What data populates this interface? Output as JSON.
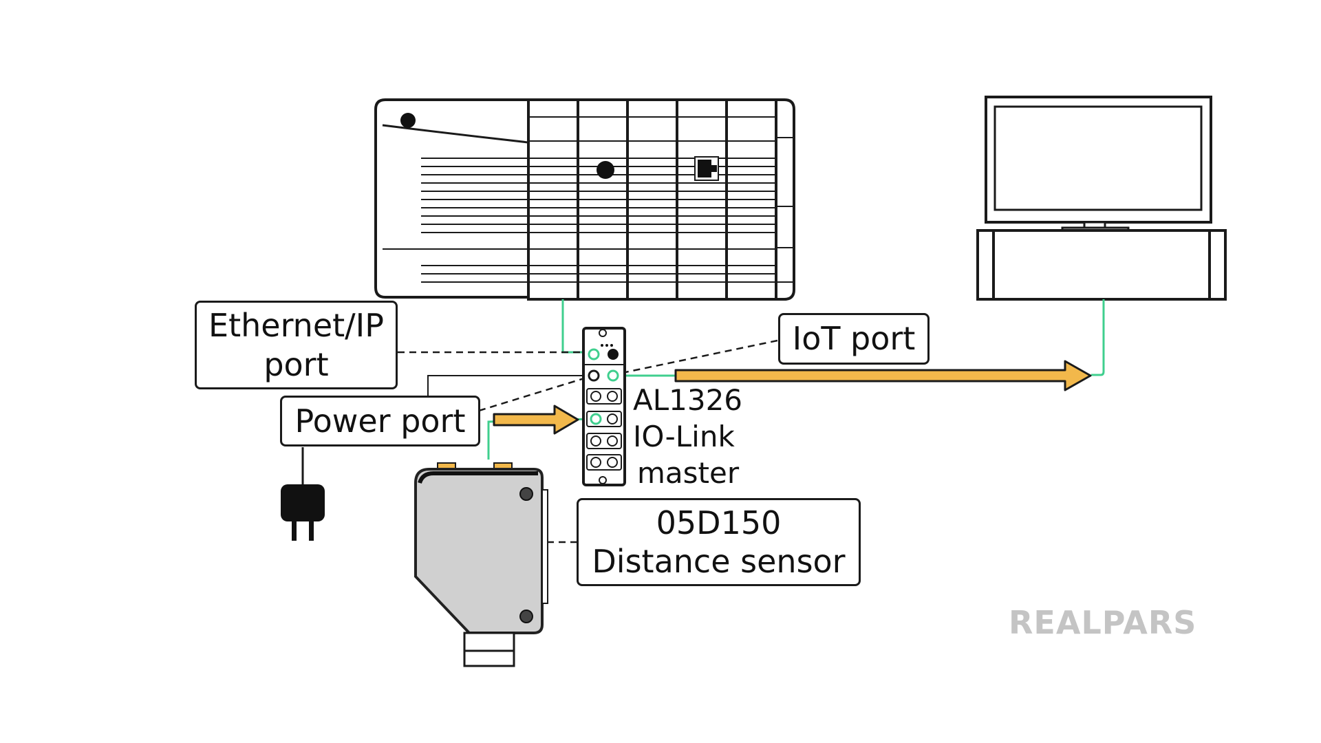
{
  "labels": {
    "ethernet_line1": "Ethernet/IP",
    "ethernet_line2": "port",
    "iot_port": "IoT port",
    "power_port": "Power port",
    "master_line1": "AL1326",
    "master_line2": "IO-Link",
    "master_line3": "master",
    "sensor_line1": "05D150",
    "sensor_line2": "Distance sensor"
  },
  "watermark": "REALPARS",
  "colors": {
    "cable_green": "#3fcf8e",
    "arrow_fill": "#f2b84b",
    "outline": "#1a1a1a",
    "sensor_body": "#d0d0d0",
    "sensor_pads": "#f2b84b",
    "watermark": "#c4c4c4"
  }
}
